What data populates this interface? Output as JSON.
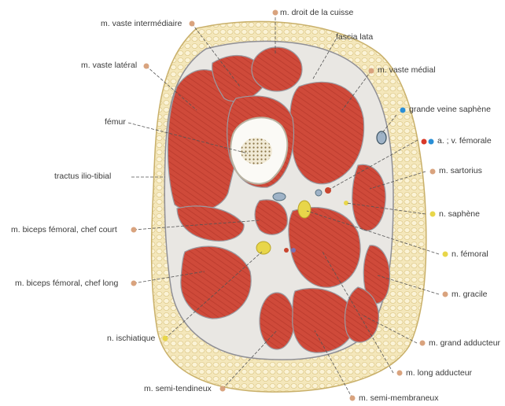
{
  "colors": {
    "muscle": "#cf4a3a",
    "nerve": "#e8d64a",
    "fat": "#f3e6b6",
    "dot_muscle": "#d9a37e",
    "dot_vein": "#2a8fd6",
    "dot_artery": "#d93a2a",
    "dot_nerve": "#e8d64a"
  },
  "labels": {
    "vaste_intermediaire": "m. vaste intermédiaire",
    "droit_cuisse": "m. droit de la cuisse",
    "fascia_lata": "fascia lata",
    "vaste_lateral": "m. vaste latéral",
    "vaste_medial": "m. vaste médial",
    "grande_veine": "grande veine saphène",
    "femur": "fémur",
    "av_femorale": "a. ; v. fémorale",
    "tractus": "tractus ilio-tibial",
    "sartorius": "m. sartorius",
    "saphene": "n. saphène",
    "biceps_court": "m. biceps fémoral, chef court",
    "n_femoral": "n. fémoral",
    "biceps_long": "m. biceps fémoral, chef long",
    "gracile": "m. gracile",
    "ischiatique": "n. ischiatique",
    "grand_adducteur": "m. grand adducteur",
    "long_adducteur": "m. long adducteur",
    "semi_tendineux": "m. semi-tendineux",
    "semi_membraneux": "m. semi-membraneux"
  }
}
